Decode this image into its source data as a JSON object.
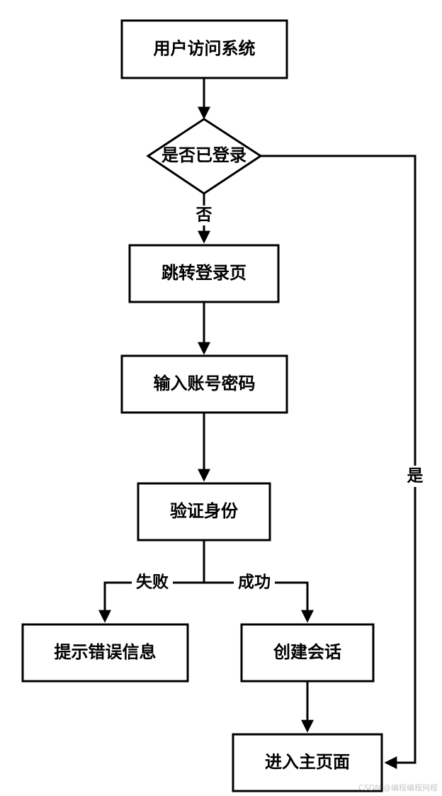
{
  "nodes": {
    "user_access": "用户访问系统",
    "is_logged_in": "是否已登录",
    "redirect_login": "跳转登录页",
    "enter_credentials": "输入账号密码",
    "verify_identity": "验证身份",
    "show_error": "提示错误信息",
    "create_session": "创建会话",
    "enter_home": "进入主页面"
  },
  "edge_labels": {
    "no": "否",
    "yes": "是",
    "failure": "失败",
    "success": "成功"
  },
  "watermark": "CSDN @编程编程网程"
}
